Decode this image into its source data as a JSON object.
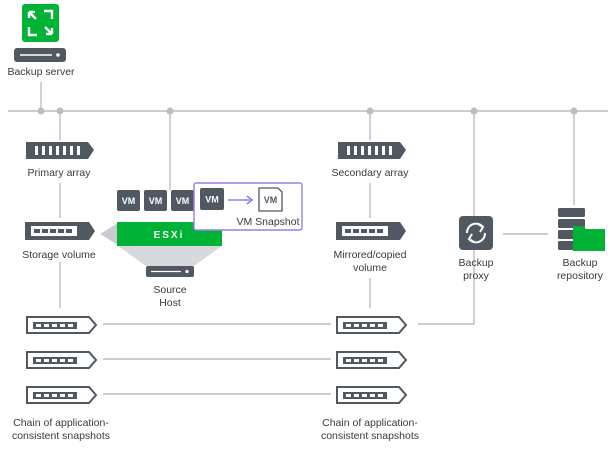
{
  "labels": {
    "backup_server": "Backup server",
    "primary_array": "Primary array",
    "storage_volume": "Storage volume",
    "source_host_1": "Source",
    "source_host_2": "Host",
    "esxi": "ESXi",
    "vm": "VM",
    "vm_snapshot": "VM Snapshot",
    "secondary_array": "Secondary array",
    "mirrored_1": "Mirrored/copied",
    "mirrored_2": "volume",
    "backup_proxy_1": "Backup",
    "backup_proxy_2": "proxy",
    "backup_repository_1": "Backup",
    "backup_repository_2": "repository",
    "chain_left_1": "Chain of application-",
    "chain_left_2": "consistent snapshots",
    "chain_right_1": "Chain of application-",
    "chain_right_2": "consistent snapshots"
  },
  "colors": {
    "brand_green": "#00b336",
    "device_dark": "#505861",
    "connector": "#b9bec4",
    "snapshot_border": "#9b7fe6"
  }
}
